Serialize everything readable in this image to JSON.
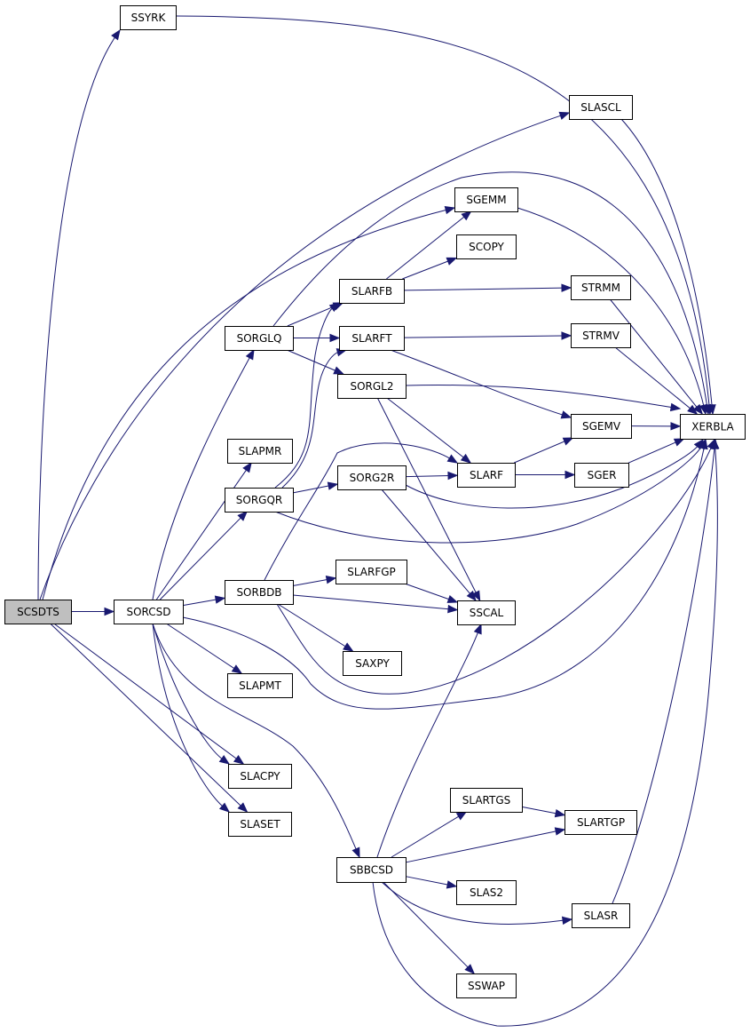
{
  "diagram": {
    "nodes": [
      {
        "id": "SCSDTS",
        "label": "SCSDTS",
        "root": true
      },
      {
        "id": "SSYRK",
        "label": "SSYRK"
      },
      {
        "id": "SORCSD",
        "label": "SORCSD"
      },
      {
        "id": "SLACPY",
        "label": "SLACPY"
      },
      {
        "id": "SLASET",
        "label": "SLASET"
      },
      {
        "id": "SLASCL",
        "label": "SLASCL"
      },
      {
        "id": "SGEMM",
        "label": "SGEMM"
      },
      {
        "id": "XERBLA",
        "label": "XERBLA"
      },
      {
        "id": "SORGLQ",
        "label": "SORGLQ"
      },
      {
        "id": "SLAPMR",
        "label": "SLAPMR"
      },
      {
        "id": "SORGQR",
        "label": "SORGQR"
      },
      {
        "id": "SORBDB",
        "label": "SORBDB"
      },
      {
        "id": "SLAPMT",
        "label": "SLAPMT"
      },
      {
        "id": "SBBCSD",
        "label": "SBBCSD"
      },
      {
        "id": "SLARFB",
        "label": "SLARFB"
      },
      {
        "id": "SLARFT",
        "label": "SLARFT"
      },
      {
        "id": "SORGL2",
        "label": "SORGL2"
      },
      {
        "id": "SCOPY",
        "label": "SCOPY"
      },
      {
        "id": "STRMM",
        "label": "STRMM"
      },
      {
        "id": "STRMV",
        "label": "STRMV"
      },
      {
        "id": "SGEMV",
        "label": "SGEMV"
      },
      {
        "id": "SLARF",
        "label": "SLARF"
      },
      {
        "id": "SSCAL",
        "label": "SSCAL"
      },
      {
        "id": "SGER",
        "label": "SGER"
      },
      {
        "id": "SORG2R",
        "label": "SORG2R"
      },
      {
        "id": "SLARFGP",
        "label": "SLARFGP"
      },
      {
        "id": "SAXPY",
        "label": "SAXPY"
      },
      {
        "id": "SLARTGS",
        "label": "SLARTGS"
      },
      {
        "id": "SLARTGP",
        "label": "SLARTGP"
      },
      {
        "id": "SLAS2",
        "label": "SLAS2"
      },
      {
        "id": "SLASR",
        "label": "SLASR"
      },
      {
        "id": "SSWAP",
        "label": "SSWAP"
      }
    ],
    "edges": [
      [
        "SCSDTS",
        "SSYRK"
      ],
      [
        "SCSDTS",
        "SORCSD"
      ],
      [
        "SCSDTS",
        "SLACPY"
      ],
      [
        "SCSDTS",
        "SLASET"
      ],
      [
        "SCSDTS",
        "SLASCL"
      ],
      [
        "SCSDTS",
        "SGEMM"
      ],
      [
        "SSYRK",
        "XERBLA"
      ],
      [
        "SLASCL",
        "XERBLA"
      ],
      [
        "SGEMM",
        "XERBLA"
      ],
      [
        "SORCSD",
        "SORGLQ"
      ],
      [
        "SORCSD",
        "SLAPMR"
      ],
      [
        "SORCSD",
        "SORGQR"
      ],
      [
        "SORCSD",
        "SORBDB"
      ],
      [
        "SORCSD",
        "SLAPMT"
      ],
      [
        "SORCSD",
        "SLACPY"
      ],
      [
        "SORCSD",
        "SLASET"
      ],
      [
        "SORCSD",
        "SBBCSD"
      ],
      [
        "SORCSD",
        "XERBLA"
      ],
      [
        "SORGLQ",
        "SLARFB"
      ],
      [
        "SORGLQ",
        "SLARFT"
      ],
      [
        "SORGLQ",
        "SORGL2"
      ],
      [
        "SORGLQ",
        "XERBLA"
      ],
      [
        "SORGQR",
        "SLARFB"
      ],
      [
        "SORGQR",
        "SLARFT"
      ],
      [
        "SORGQR",
        "SORG2R"
      ],
      [
        "SORGQR",
        "XERBLA"
      ],
      [
        "SLARFB",
        "SGEMM"
      ],
      [
        "SLARFB",
        "SCOPY"
      ],
      [
        "SLARFB",
        "STRMM"
      ],
      [
        "SLARFT",
        "STRMV"
      ],
      [
        "SLARFT",
        "SGEMV"
      ],
      [
        "SORGL2",
        "SLARF"
      ],
      [
        "SORGL2",
        "SSCAL"
      ],
      [
        "SORGL2",
        "XERBLA"
      ],
      [
        "SORG2R",
        "SLARF"
      ],
      [
        "SORG2R",
        "SSCAL"
      ],
      [
        "SORG2R",
        "XERBLA"
      ],
      [
        "SLARF",
        "SGEMV"
      ],
      [
        "SLARF",
        "SGER"
      ],
      [
        "STRMM",
        "XERBLA"
      ],
      [
        "STRMV",
        "XERBLA"
      ],
      [
        "SGEMV",
        "XERBLA"
      ],
      [
        "SGER",
        "XERBLA"
      ],
      [
        "SORBDB",
        "SLARFGP"
      ],
      [
        "SORBDB",
        "SSCAL"
      ],
      [
        "SORBDB",
        "SAXPY"
      ],
      [
        "SORBDB",
        "SLARF"
      ],
      [
        "SORBDB",
        "XERBLA"
      ],
      [
        "SLARFGP",
        "SSCAL"
      ],
      [
        "SBBCSD",
        "SSCAL"
      ],
      [
        "SBBCSD",
        "SLARTGS"
      ],
      [
        "SBBCSD",
        "SLARTGP"
      ],
      [
        "SBBCSD",
        "SLAS2"
      ],
      [
        "SBBCSD",
        "SLASR"
      ],
      [
        "SBBCSD",
        "SSWAP"
      ],
      [
        "SBBCSD",
        "XERBLA"
      ],
      [
        "SLARTGS",
        "SLARTGP"
      ],
      [
        "SLASR",
        "XERBLA"
      ]
    ]
  }
}
